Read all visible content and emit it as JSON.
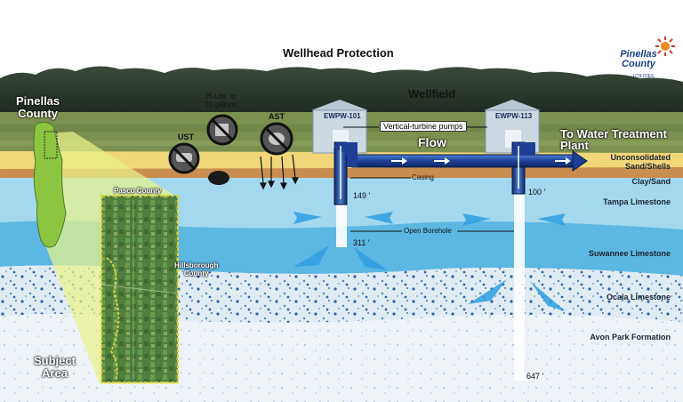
{
  "title": "Wellhead Protection",
  "logo": {
    "line1": "Pinellas",
    "line2": "County",
    "sub": "UTILITIES"
  },
  "wellfield_label": "Wellfield",
  "map": {
    "state_label_line1": "Pinellas",
    "state_label_line2": "County",
    "subject_line1": "Subject",
    "subject_line2": "Area",
    "pasco": "Pasco County",
    "hills_line1": "Hillsborough",
    "hills_line2": "County"
  },
  "hazards": {
    "ust": "UST",
    "ast": "AST",
    "spill_line1": "25 Lbs. or",
    "spill_line2": "10 gallons"
  },
  "wells": {
    "left_id": "EWPW-101",
    "right_id": "EWPW-113"
  },
  "pipeline": {
    "pumps": "Vertical-turbine pumps",
    "flow": "Flow",
    "to_plant_line1": "To Water Treatment",
    "to_plant_line2": "Plant",
    "casing": "Casing",
    "open_borehole": "Open Borehole"
  },
  "depths": {
    "left_casing": "149 '",
    "left_bottom": "311 '",
    "right_casing": "100 '",
    "right_bottom": "647 '"
  },
  "layers": {
    "unconsolidated_line1": "Unconsolidated",
    "unconsolidated_line2": "Sand/Shells",
    "clay": "Clay/Sand",
    "tampa": "Tampa Limestone",
    "suwannee": "Suwannee Limestone",
    "ocala": "Ocala Limestone",
    "avon": "Avon Park Formation"
  },
  "colors": {
    "sky": "#ffffff",
    "trees": "#2d3b2c",
    "grass": "#7a8f4e",
    "sand": "#f1d77a",
    "clay": "#c98d4f",
    "tampa": "#9fd6ee",
    "suwannee": "#5fb8e4",
    "ocala": "#dde8f1",
    "pipe": "#1a3c8c",
    "arrow": "#2e9be0",
    "map_yellow": "#e9f28a"
  }
}
